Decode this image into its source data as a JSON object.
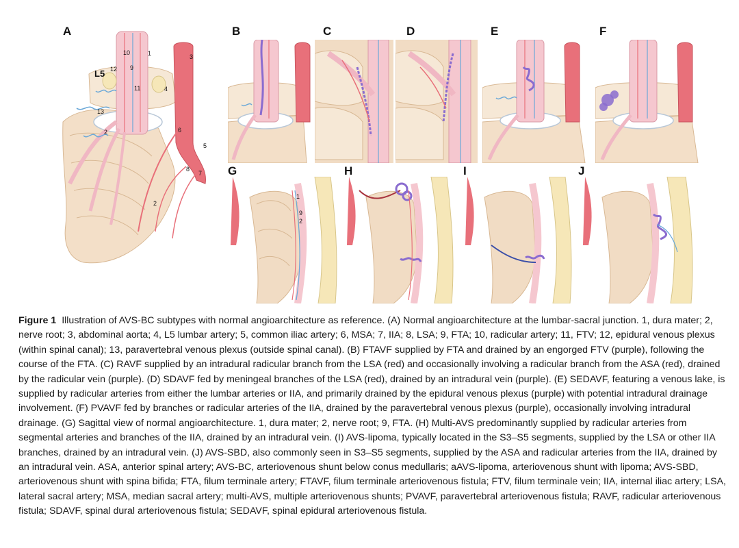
{
  "panels": {
    "A": {
      "label": "A",
      "level_label": "L5",
      "numbers": [
        "1",
        "2",
        "3",
        "4",
        "5",
        "6",
        "7",
        "8",
        "9",
        "10",
        "11",
        "12",
        "13",
        "2"
      ]
    },
    "B": {
      "label": "B"
    },
    "C": {
      "label": "C"
    },
    "D": {
      "label": "D"
    },
    "E": {
      "label": "E"
    },
    "F": {
      "label": "F"
    },
    "G": {
      "label": "G",
      "numbers": [
        "1",
        "9",
        "2"
      ]
    },
    "H": {
      "label": "H"
    },
    "I": {
      "label": "I"
    },
    "J": {
      "label": "J"
    }
  },
  "caption": {
    "figure_label": "Figure 1",
    "text": "Illustration of AVS-BC subtypes with normal angioarchitecture as reference. (A) Normal angioarchitecture at the lumbar-sacral junction. 1, dura mater; 2, nerve root; 3, abdominal aorta; 4, L5 lumbar artery; 5, common iliac artery; 6, MSA; 7, IIA; 8, LSA; 9, FTA; 10, radicular artery; 11, FTV; 12, epidural venous plexus (within spinal canal); 13, paravertebral venous plexus (outside spinal canal). (B) FTAVF supplied by FTA and drained by an engorged FTV (purple), following the course of the FTA. (C) RAVF supplied by an intradural radicular branch from the LSA (red) and occasionally involving a radicular branch from the ASA (red), drained by the radicular vein (purple). (D) SDAVF fed by meningeal branches of the LSA (red), drained by an intradural vein (purple). (E) SEDAVF, featuring a venous lake, is supplied by radicular arteries from either the lumbar arteries or IIA, and primarily drained by the epidural venous plexus (purple) with potential intradural drainage involvement. (F) PVAVF fed by branches or radicular arteries of the IIA, drained by the paravertebral venous plexus (purple), occasionally involving intradural drainage. (G) Sagittal view of normal angioarchitecture. 1, dura mater; 2, nerve root; 9, FTA. (H) Multi-AVS predominantly supplied by radicular arteries from segmental arteries and branches of the IIA, drained by an intradural vein. (I) AVS-lipoma, typically located in the S3–S5 segments, supplied by the LSA or other IIA branches, drained by an intradural vein. (J) AVS-SBD, also commonly seen in S3–S5 segments, supplied by the ASA and radicular arteries from the IIA, drained by an intradural vein. ASA, anterior spinal artery; AVS-BC, arteriovenous shunt below conus medullaris; aAVS-lipoma, arteriovenous shunt with lipoma; AVS-SBD, arteriovenous shunt with spina bifida; FTA, filum terminale artery; FTAVF, filum terminale arteriovenous fistula; FTV, filum terminale vein; IIA, internal iliac artery; LSA, lateral sacral artery; MSA, median sacral artery; multi-AVS, multiple arteriovenous shunts; PVAVF, paravertebral arteriovenous fistula; RAVF, radicular arteriovenous fistula; SDAVF, spinal dural arteriovenous fistula; SEDAVF, spinal epidural arteriovenous fistula."
  },
  "colors": {
    "artery": "#e8707a",
    "vein_purple": "#8a6ccf",
    "blue_vessel": "#6aa8d8",
    "bone": "#f1dcc4",
    "bone_light": "#f6e8d6",
    "dura": "#f5c7cf",
    "nerve": "#f0b7c3",
    "fat": "#f6e7b8"
  }
}
